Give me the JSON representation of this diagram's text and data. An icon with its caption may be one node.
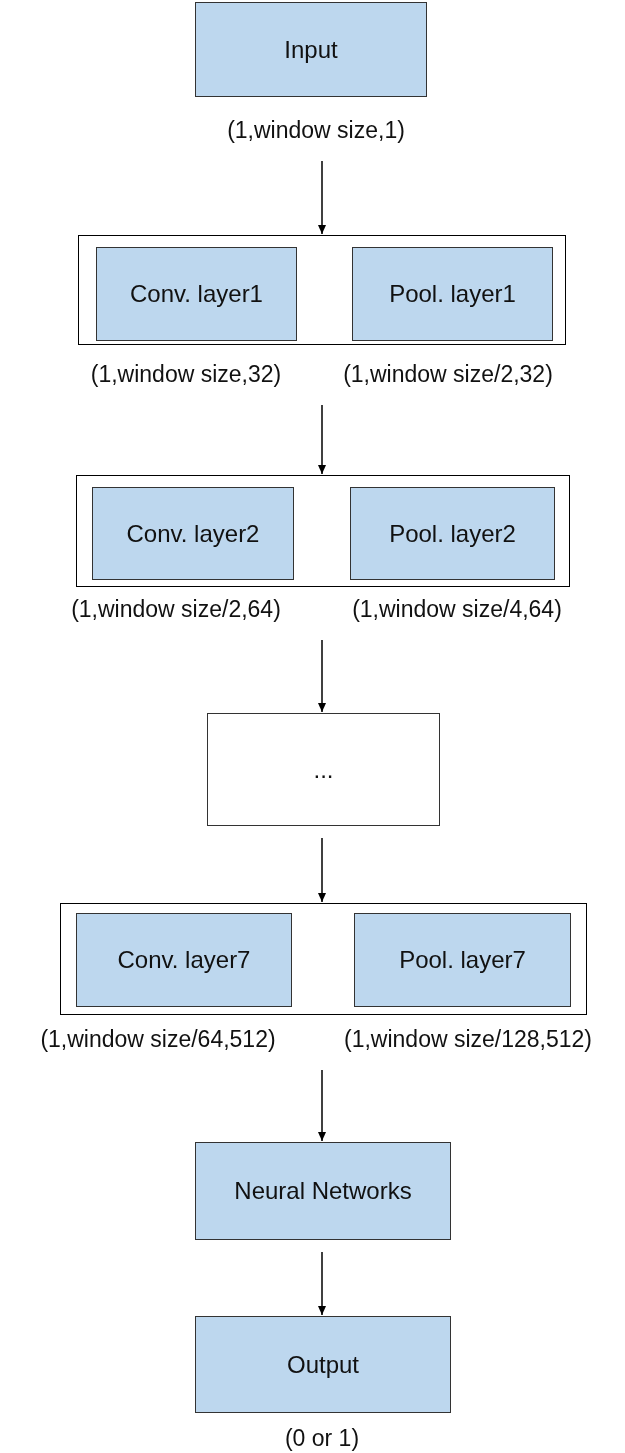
{
  "diagram": {
    "nodes": [
      {
        "text": [
          "Input"
        ],
        "beside": [
          "(1,window size,1)"
        ]
      },
      {
        "text": [],
        "shape": "box",
        "beside": [
          "(1,window size,32)",
          "(1,window size/2,32)"
        ]
      },
      {
        "text": [
          "Conv. layer1"
        ],
        "in": 1
      },
      {
        "text": [
          "Pool. layer1"
        ],
        "in": 1
      },
      {
        "text": [],
        "shape": "box",
        "beside": [
          "(1,window size/2,64)",
          "(1,window size/4,64)"
        ]
      },
      {
        "text": [
          "Conv. layer2"
        ],
        "in": 4
      },
      {
        "text": [
          "Pool. layer2"
        ],
        "in": 4
      },
      {
        "text": [
          "..."
        ]
      },
      {
        "text": [],
        "shape": "box",
        "beside": [
          "(1,window size/64,512)",
          "(1,window size/128,512)"
        ]
      },
      {
        "text": [
          "Conv. layer7"
        ],
        "in": 8
      },
      {
        "text": [
          "Pool. layer7"
        ],
        "in": 8
      },
      {
        "text": [
          "Neural Networks"
        ]
      },
      {
        "text": [
          "Output"
        ],
        "beside": [
          "(0 or 1)"
        ]
      }
    ],
    "edges": [
      {
        "from": 0,
        "to": 1,
        "arrow": "to"
      },
      {
        "from": 1,
        "to": 4,
        "arrow": "to"
      },
      {
        "from": 4,
        "to": 7,
        "arrow": "to"
      },
      {
        "from": 7,
        "to": 8,
        "arrow": "to"
      },
      {
        "from": 8,
        "to": 11,
        "arrow": "to"
      },
      {
        "from": 11,
        "to": 12,
        "arrow": "to"
      }
    ]
  }
}
